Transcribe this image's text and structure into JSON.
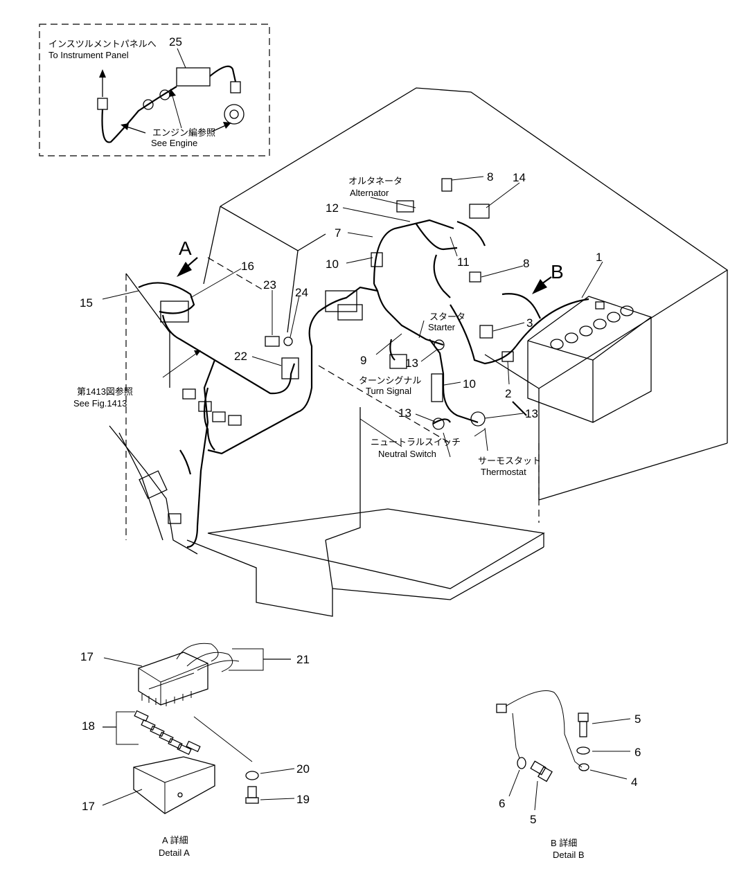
{
  "inset": {
    "instrument_jp": "インスツルメントパネルへ",
    "instrument_en": "To Instrument Panel",
    "engine_jp": "エンジン編参照",
    "engine_en": "See Engine",
    "part": "25"
  },
  "labels": {
    "alternator_jp": "オルタネータ",
    "alternator_en": "Alternator",
    "starter_jp": "スタータ",
    "starter_en": "Starter",
    "turn_signal_jp": "ターンシグナル",
    "turn_signal_en": "Turn Signal",
    "neutral_jp": "ニュートラルスイッチ",
    "neutral_en": "Neutral Switch",
    "thermostat_jp": "サーモスタット",
    "thermostat_en": "Thermostat",
    "see_fig_jp": "第1413図参照",
    "see_fig_en": "See Fig.1413",
    "view_a": "A",
    "view_b": "B"
  },
  "parts": {
    "p1": "1",
    "p2": "2",
    "p3": "3",
    "p7": "7",
    "p8a": "8",
    "p8b": "8",
    "p9": "9",
    "p10a": "10",
    "p10b": "10",
    "p11": "11",
    "p12": "12",
    "p13a": "13",
    "p13b": "13",
    "p13c": "13",
    "p14": "14",
    "p15": "15",
    "p16": "16",
    "p22": "22",
    "p23": "23",
    "p24": "24"
  },
  "detail_a": {
    "title_jp": "A 詳細",
    "title_en": "Detail A",
    "p17a": "17",
    "p17b": "17",
    "p18": "18",
    "p19": "19",
    "p20": "20",
    "p21": "21"
  },
  "detail_b": {
    "title_jp": "B 詳細",
    "title_en": "Detail B",
    "p4": "4",
    "p5a": "5",
    "p5b": "5",
    "p6a": "6",
    "p6b": "6"
  }
}
